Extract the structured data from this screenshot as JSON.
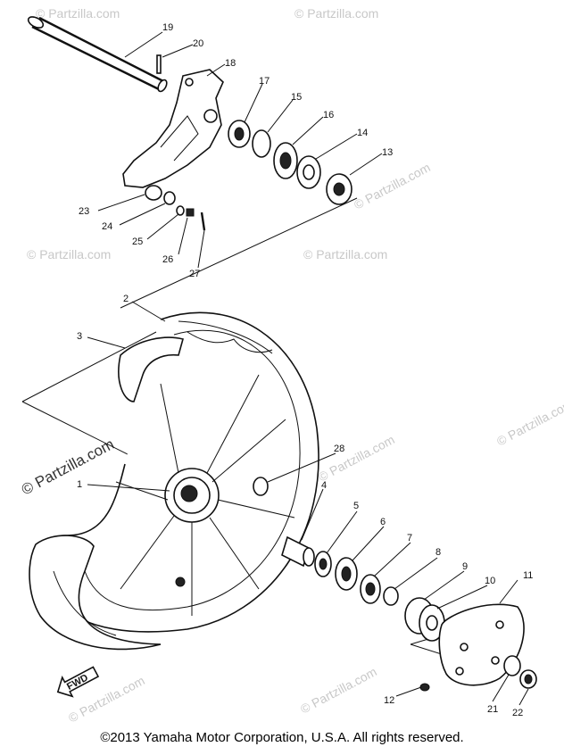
{
  "labels": [
    {
      "num": "1"
    },
    {
      "num": "2"
    },
    {
      "num": "3"
    },
    {
      "num": "4"
    },
    {
      "num": "5"
    },
    {
      "num": "6"
    },
    {
      "num": "7"
    },
    {
      "num": "8"
    },
    {
      "num": "9"
    },
    {
      "num": "10"
    },
    {
      "num": "11"
    },
    {
      "num": "12"
    },
    {
      "num": "13"
    },
    {
      "num": "14"
    },
    {
      "num": "15"
    },
    {
      "num": "16"
    },
    {
      "num": "17"
    },
    {
      "num": "18"
    },
    {
      "num": "19"
    },
    {
      "num": "20"
    },
    {
      "num": "21"
    },
    {
      "num": "22"
    },
    {
      "num": "23"
    },
    {
      "num": "24"
    },
    {
      "num": "25"
    },
    {
      "num": "26"
    },
    {
      "num": "27"
    },
    {
      "num": "28"
    }
  ],
  "watermark": "© Partzilla.com",
  "fwd_label": "FWD",
  "copyright": "©2013  Yamaha Motor Corporation, U.S.A. All rights reserved."
}
